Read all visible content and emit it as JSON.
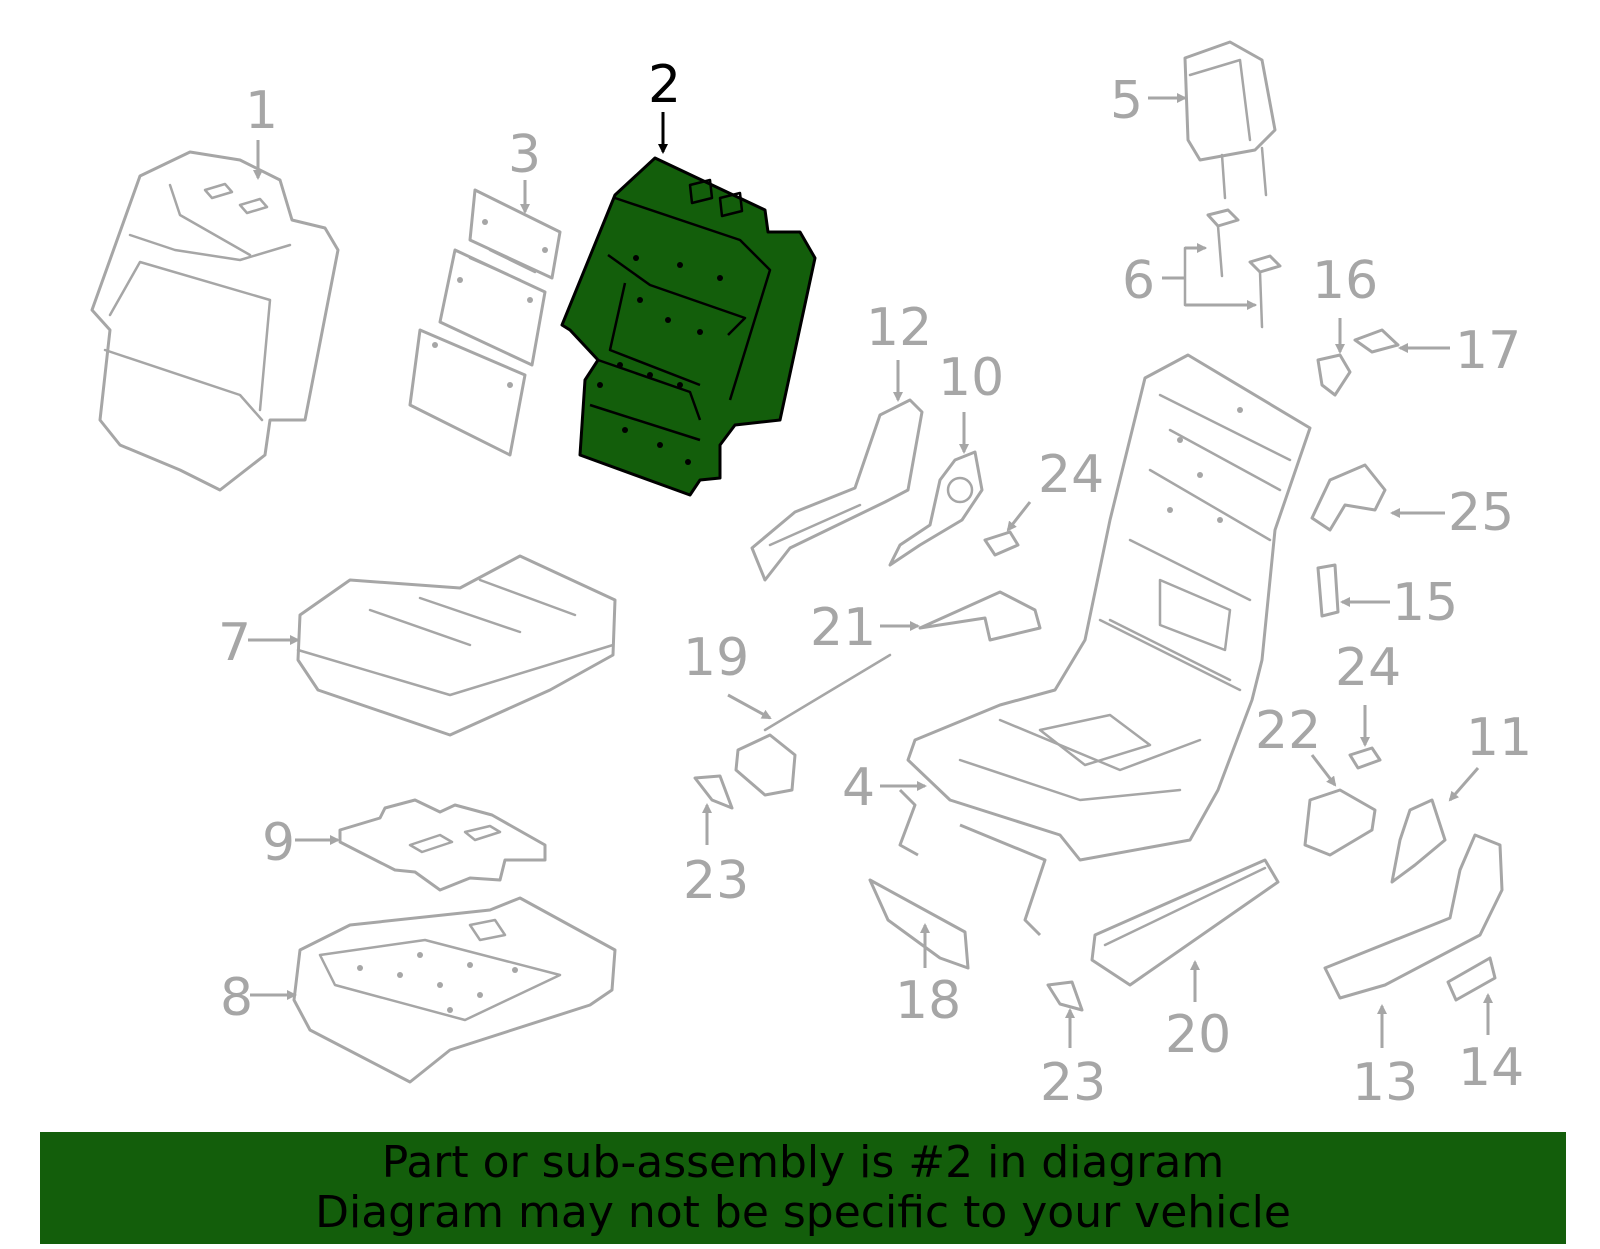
{
  "colors": {
    "highlight_fill": "#135e0b",
    "part_stroke": "#a6a6a6",
    "label": "#a6a6a6",
    "highlight_label": "#000000",
    "banner_bg": "#135e0b"
  },
  "callouts": {
    "c1": "1",
    "c2": "2",
    "c3": "3",
    "c4": "4",
    "c5": "5",
    "c6": "6",
    "c7": "7",
    "c8": "8",
    "c9": "9",
    "c10": "10",
    "c11": "11",
    "c12": "12",
    "c13": "13",
    "c14": "14",
    "c15": "15",
    "c16": "16",
    "c17": "17",
    "c18": "18",
    "c19": "19",
    "c20": "20",
    "c21": "21",
    "c22": "22",
    "c23a": "23",
    "c23b": "23",
    "c24a": "24",
    "c24b": "24",
    "c25": "25"
  },
  "highlighted_part": "2",
  "banner": {
    "line1": "Part or sub-assembly is #2 in diagram",
    "line2": "Diagram may not be specific to your vehicle"
  }
}
